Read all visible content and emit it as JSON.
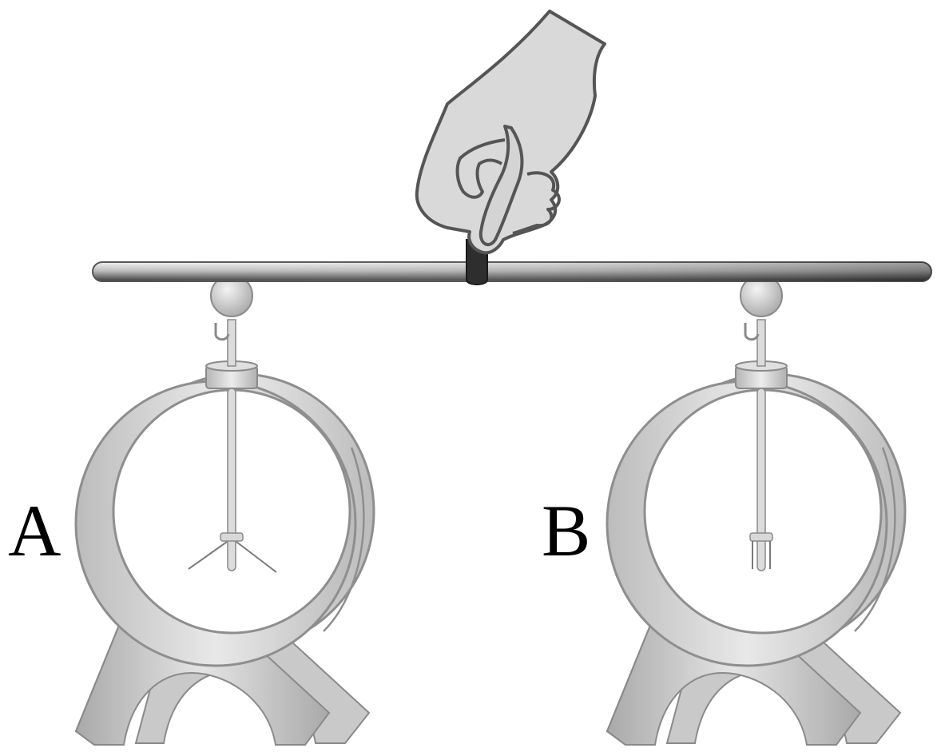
{
  "labels": {
    "left_electroscope": "A",
    "right_electroscope": "B"
  },
  "colors": {
    "metal_light": "#e6e6e6",
    "metal_mid": "#bdbdbd",
    "metal_dark": "#8c8c8c",
    "outline": "#6e6e6e",
    "rod_dark": "#2e2e2e",
    "hand_fill": "#d9d9d9",
    "hand_outline": "#555555"
  },
  "elements": {
    "electroscope_a": {
      "leaves_state": "diverged"
    },
    "electroscope_b": {
      "leaves_state": "collapsed"
    }
  }
}
